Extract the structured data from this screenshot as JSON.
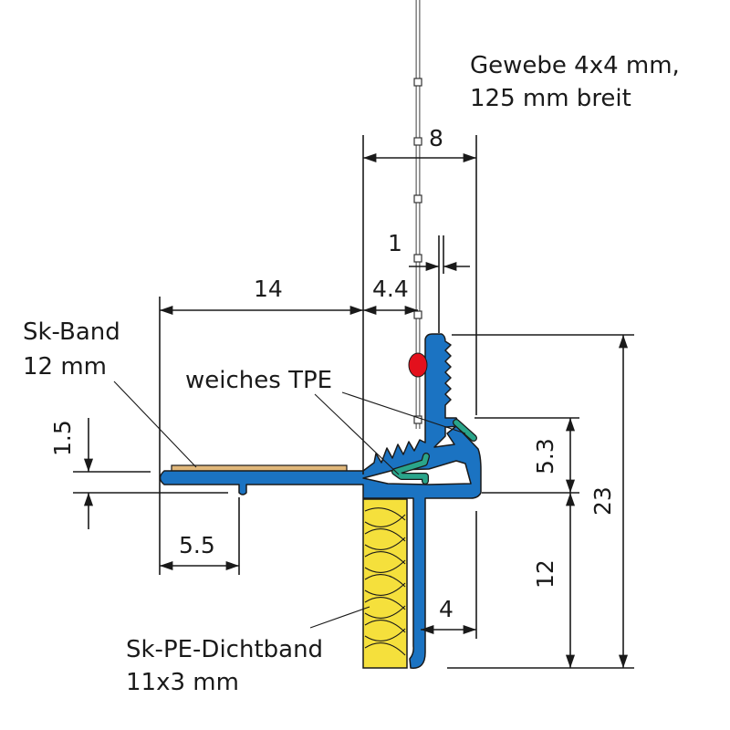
{
  "labels": {
    "mesh": [
      "Gewebe 4x4 mm,",
      "125 mm breit"
    ],
    "tape": [
      "Sk-Band",
      "12 mm"
    ],
    "tpe": "weiches TPE",
    "seal": [
      "Sk-PE-Dichtband",
      "11x3 mm"
    ]
  },
  "dimensions": {
    "d8": "8",
    "d1": "1",
    "d14": "14",
    "d4_4": "4.4",
    "d1_5": "1.5",
    "d5_5": "5.5",
    "d5_3": "5.3",
    "d12": "12",
    "d23": "23",
    "d4": "4"
  },
  "colors": {
    "profile": "#1b73c2",
    "tpe": "#2aa58a",
    "insulation": "#f5e03c",
    "tape": "#e0b77a",
    "bead": "#e3101c"
  }
}
